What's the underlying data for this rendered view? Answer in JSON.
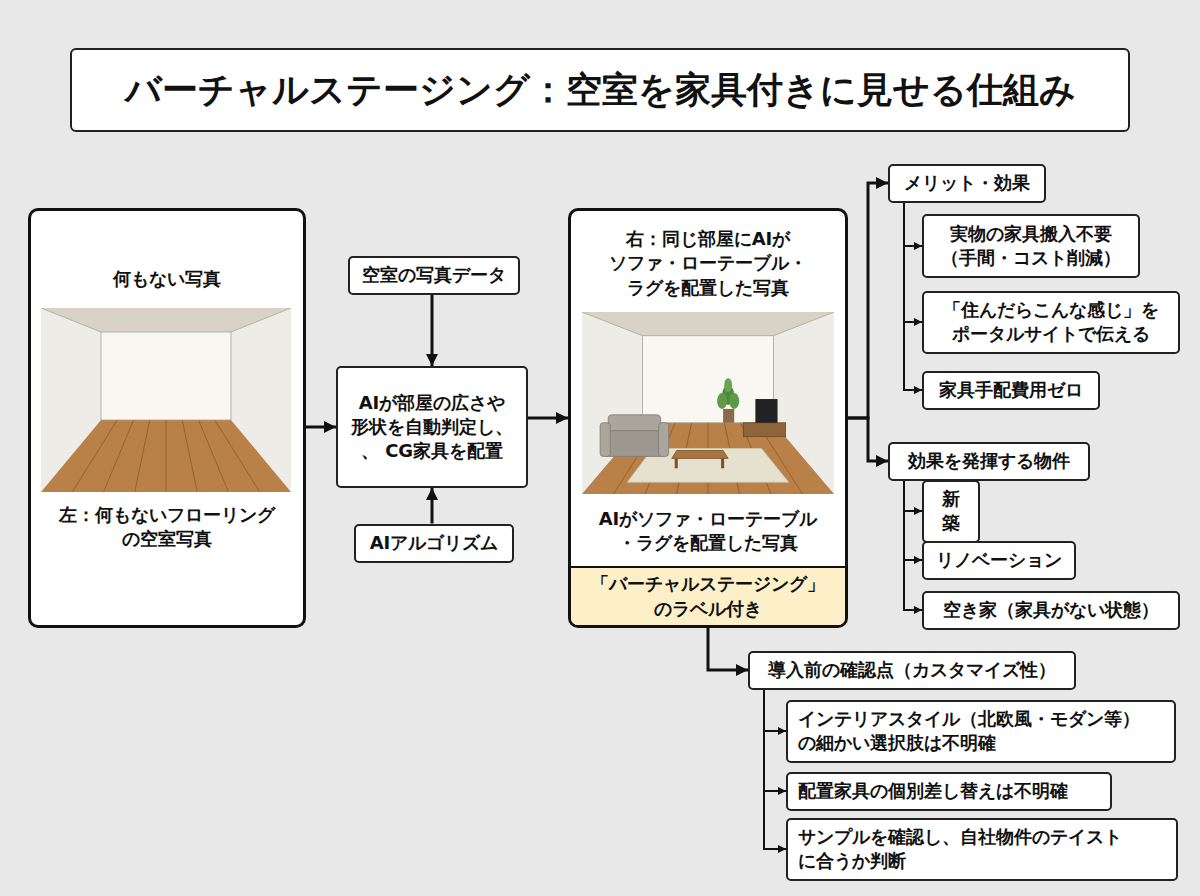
{
  "diagram": {
    "title": "バーチャルステージング：空室を家具付きに見せる仕組み",
    "nodes": [
      {
        "text": [
          "何もない写真",
          "左：何もないフローリング の空室写真"
        ]
      },
      {
        "text": [
          "空室の写真データ"
        ]
      },
      {
        "text": [
          "AIが部屋の広さや 形状を自動判定し、 、 CG家具を配置"
        ]
      },
      {
        "text": [
          "AIアルゴリズム"
        ]
      },
      {
        "text": [
          "右：同じ部屋にAIが ソファ・ローテーブル・ ラグを配置した写真",
          "AIがソファ・ローテーブル ・ラグを配置した写真"
        ]
      },
      {
        "text": [
          "「バーチャルステージング」 のラベル付き"
        ],
        "in": 4
      },
      {
        "text": [
          "メリット・効果"
        ]
      },
      {
        "text": [
          "実物の家具搬入不要 （手間・コスト削減）"
        ]
      },
      {
        "text": [
          "「住んだらこんな感じ」を ポータルサイトで伝える"
        ]
      },
      {
        "text": [
          "家具手配費用ゼロ"
        ]
      },
      {
        "text": [
          "効果を発揮する物件"
        ]
      },
      {
        "text": [
          "新築"
        ]
      },
      {
        "text": [
          "リノベーション"
        ]
      },
      {
        "text": [
          "空き家（家具がない状態）"
        ]
      },
      {
        "text": [
          "導入前の確認点（カスタマイズ性）"
        ]
      },
      {
        "text": [
          "インテリアスタイル（北欧風・モダン等） の細かい選択肢は不明確"
        ]
      },
      {
        "text": [
          "配置家具の個別差し替えは不明確"
        ]
      },
      {
        "text": [
          "サンプルを確認し、自社物件のテイスト に合うか判断"
        ]
      }
    ],
    "edges": [
      {
        "from": 0,
        "to": 2,
        "arrow": "to"
      },
      {
        "from": 1,
        "to": 2,
        "arrow": "to"
      },
      {
        "from": 3,
        "to": 2,
        "arrow": "to"
      },
      {
        "from": 2,
        "to": 4,
        "arrow": "to"
      },
      {
        "from": 4,
        "to": 6,
        "arrow": "to"
      },
      {
        "from": 4,
        "to": 10,
        "arrow": "to"
      },
      {
        "from": 6,
        "to": 7,
        "arrow": "to"
      },
      {
        "from": 6,
        "to": 8,
        "arrow": "to"
      },
      {
        "from": 6,
        "to": 9,
        "arrow": "to"
      },
      {
        "from": 10,
        "to": 11,
        "arrow": "to"
      },
      {
        "from": 10,
        "to": 12,
        "arrow": "to"
      },
      {
        "from": 10,
        "to": 13,
        "arrow": "to"
      },
      {
        "from": 4,
        "to": 14,
        "arrow": "to"
      },
      {
        "from": 14,
        "to": 15,
        "arrow": "to"
      },
      {
        "from": 14,
        "to": 16,
        "arrow": "to"
      },
      {
        "from": 14,
        "to": 17,
        "arrow": "to"
      }
    ]
  }
}
